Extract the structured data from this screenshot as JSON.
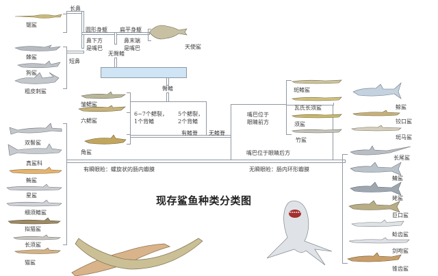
{
  "title": "现存鲨鱼种类分类图",
  "colors": {
    "line": "#9aa3ad",
    "blue_bar": "#cfe4f5",
    "background": "#ffffff"
  },
  "branches": {
    "long_snout": "长鼻",
    "short_snout": "短鼻",
    "round_body": "圆形身躯",
    "flat_body": "扁平身躯",
    "mouth_below_snout": "鼻下方\n是嘴巴",
    "mouth_at_snout_end": "鼻末端\n是嘴巴",
    "no_anal_fin": "无臀鳍",
    "anal_fin": "臀鳍",
    "gills_6_7": "6~7个鳃裂，\n1个背鳍",
    "gills_5": "5个鳃裂，\n2个背鳍",
    "fin_spines": "有鳍脊",
    "no_fin_spines": "无鳍脊",
    "mouth_before_eyes": "嘴巴位于\n眼睛前方",
    "mouth_behind_eyes": "嘴巴位于眼睛后方",
    "nictitating_spiral": "有瞬眼睑：螺旋状的肠内瓣膜",
    "no_nictitating_ring": "无瞬眼睑：肠内环形瓣膜"
  },
  "species": {
    "sawshark": "锯鲨",
    "dogfish": "棘鲨",
    "spurdog": "狗鲨",
    "rough_shark": "粗皮刺鲨",
    "angel_shark": "天使鲨",
    "frilled_shark": "皱鳃鲨",
    "sixgill": "六鳃鲨",
    "horn_shark": "角鲨",
    "collared_carpet": "斑鳍鲨",
    "wobbegong": "瓦氏长须鲨",
    "nurse": "须鲨",
    "bamboo": "竹鲨",
    "whale": "鲸鲨",
    "blind_shark": "铰口鲨",
    "zebra": "斑马鲨",
    "hammerhead": "双髻鲨",
    "requiem": "真鲨科",
    "tope": "鲔鲨",
    "smoothhound": "星鲨",
    "finback": "细须鳍鲨",
    "false_cat": "拟猫鲨",
    "barbeled": "长须鲨",
    "catshark": "猫鲨",
    "thresher": "长尾鲨",
    "mackerel": "鲭鲨",
    "porbeagle": "姥鲨",
    "megamouth": "巨口鲨",
    "goblin_like": "鲶齿鲨",
    "goblin": "剑吻鲨",
    "sand_tiger": "锥齿鲨"
  }
}
